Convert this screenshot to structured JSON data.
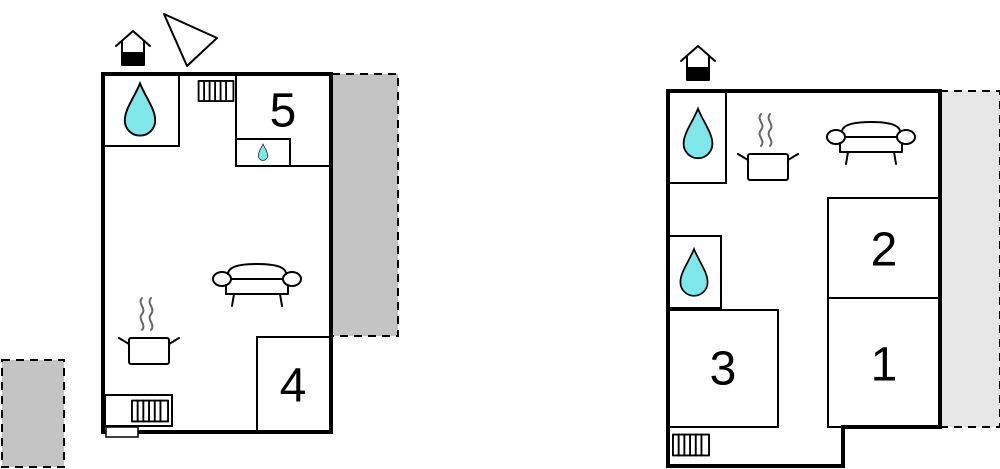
{
  "plans": [
    {
      "rooms": [
        {
          "label": "5"
        },
        {
          "label": "4"
        }
      ]
    },
    {
      "rooms": [
        {
          "label": "2"
        },
        {
          "label": "3"
        },
        {
          "label": "1"
        }
      ]
    }
  ],
  "colors": {
    "terrace_dark": "#c4c4c4",
    "terrace_light": "#e6e6e6",
    "water": "#7fe6ea"
  }
}
